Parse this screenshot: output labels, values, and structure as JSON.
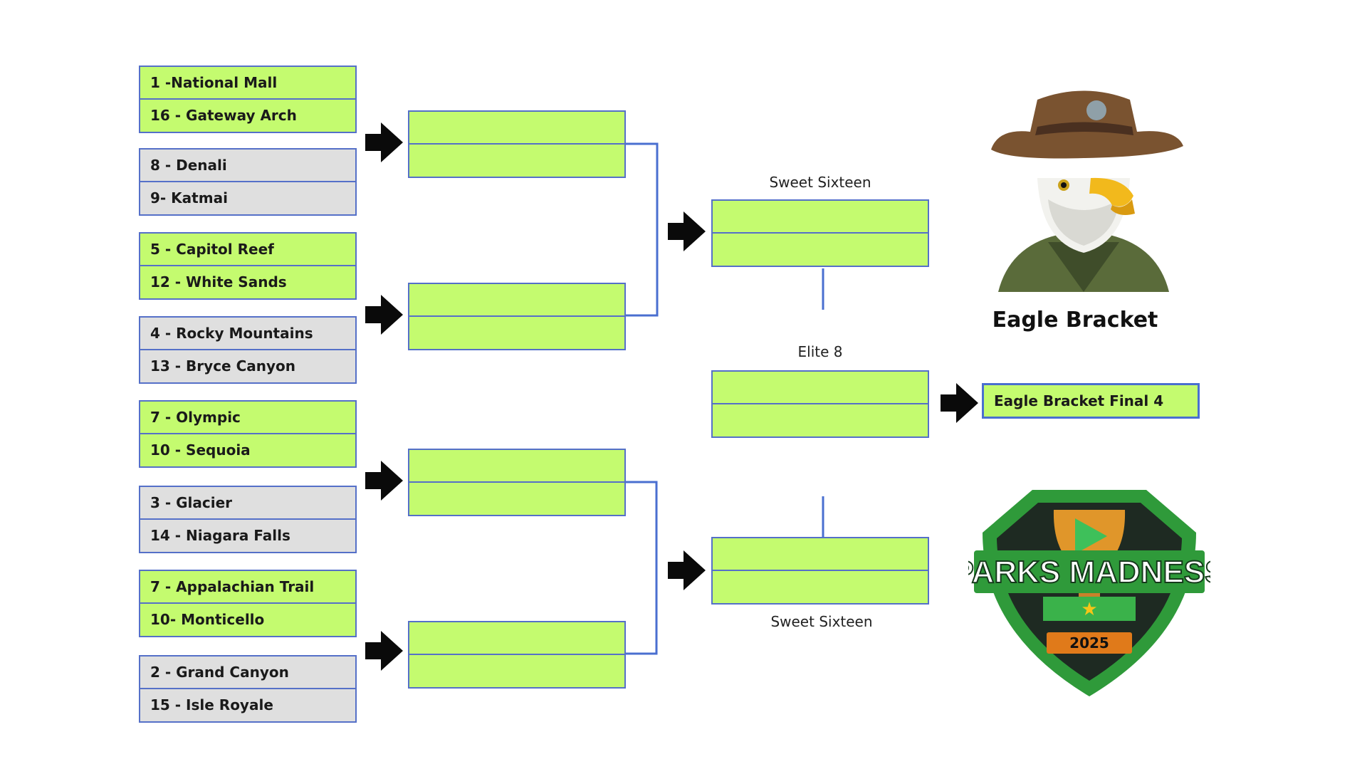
{
  "round1": [
    {
      "top": "1 -National Mall",
      "bottom": "16 - Gateway Arch",
      "style": "green"
    },
    {
      "top": "8 - Denali",
      "bottom": "9- Katmai",
      "style": "gray"
    },
    {
      "top": "5 - Capitol Reef",
      "bottom": "12 - White Sands",
      "style": "green"
    },
    {
      "top": "4 - Rocky Mountains",
      "bottom": "13 - Bryce Canyon",
      "style": "gray"
    },
    {
      "top": "7 - Olympic",
      "bottom": "10 - Sequoia",
      "style": "green"
    },
    {
      "top": "3 - Glacier",
      "bottom": "14 - Niagara Falls",
      "style": "gray"
    },
    {
      "top": "7 - Appalachian Trail",
      "bottom": "10- Monticello",
      "style": "green"
    },
    {
      "top": "2 - Grand Canyon",
      "bottom": "15 - Isle Royale",
      "style": "gray"
    }
  ],
  "labels": {
    "sweet_sixteen_top": "Sweet Sixteen",
    "elite_8": "Elite 8",
    "sweet_sixteen_bottom": "Sweet Sixteen",
    "final": "Eagle Bracket Final 4",
    "title": "Eagle Bracket"
  },
  "logo": {
    "brand_text": "PARKS MADNESS",
    "year": "2025"
  },
  "colors": {
    "slot_green": "#c4fb6f",
    "slot_gray": "#dfdfdf",
    "border_blue": "#5570c8",
    "connector_blue": "#4a6fd0",
    "logo_green": "#2f9a3a"
  }
}
